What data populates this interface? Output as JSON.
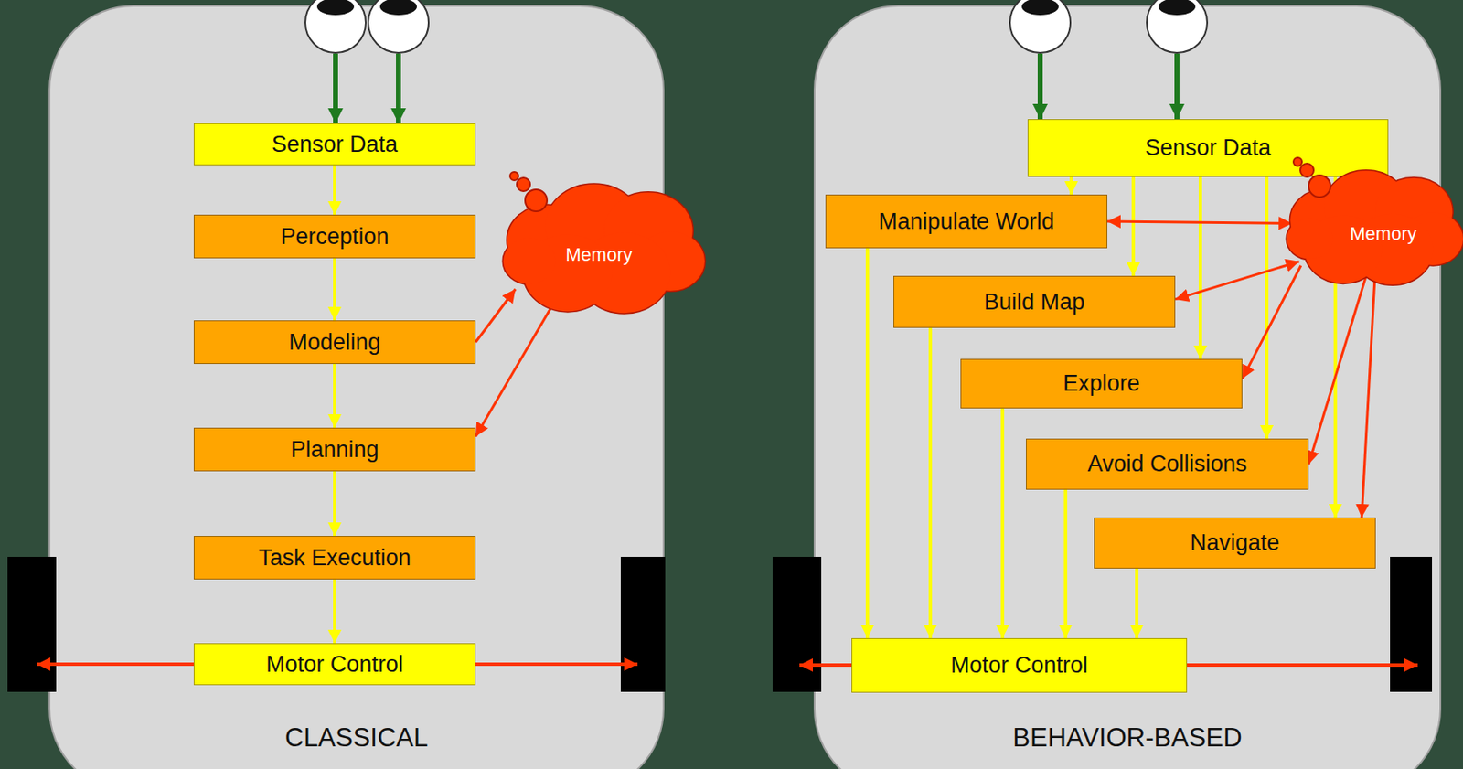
{
  "diagram": {
    "nodes": [
      {
        "text": [
          "CLASSICAL"
        ]
      },
      {
        "text": [
          "Sensor Data"
        ],
        "in": 0
      },
      {
        "text": [
          "Perception"
        ],
        "in": 0
      },
      {
        "text": [
          "Modeling"
        ],
        "in": 0
      },
      {
        "text": [
          "Planning"
        ],
        "in": 0
      },
      {
        "text": [
          "Task Execution"
        ],
        "in": 0
      },
      {
        "text": [
          "Motor Control"
        ],
        "in": 0
      },
      {
        "text": [
          "Memory"
        ],
        "in": 0
      },
      {
        "text": [
          "BEHAVIOR-BASED"
        ]
      },
      {
        "text": [
          "Sensor Data"
        ],
        "in": 8
      },
      {
        "text": [
          "Manipulate World"
        ],
        "in": 8
      },
      {
        "text": [
          "Build Map"
        ],
        "in": 8
      },
      {
        "text": [
          "Explore"
        ],
        "in": 8
      },
      {
        "text": [
          "Avoid Collisions"
        ],
        "in": 8
      },
      {
        "text": [
          "Navigate"
        ],
        "in": 8
      },
      {
        "text": [
          "Motor Control"
        ],
        "in": 8
      },
      {
        "text": [
          "Memory"
        ],
        "in": 8
      }
    ],
    "edges": [
      {
        "from": 1,
        "to": 2,
        "arrow": "to"
      },
      {
        "from": 2,
        "to": 3,
        "arrow": "to"
      },
      {
        "from": 3,
        "to": 4,
        "arrow": "to"
      },
      {
        "from": 4,
        "to": 5,
        "arrow": "to"
      },
      {
        "from": 5,
        "to": 6,
        "arrow": "to"
      },
      {
        "from": 3,
        "to": 7,
        "arrow": "to"
      },
      {
        "from": 7,
        "to": 4,
        "arrow": "to"
      },
      {
        "from": 9,
        "to": 10,
        "arrow": "to"
      },
      {
        "from": 9,
        "to": 11,
        "arrow": "to"
      },
      {
        "from": 9,
        "to": 12,
        "arrow": "to"
      },
      {
        "from": 9,
        "to": 13,
        "arrow": "to"
      },
      {
        "from": 9,
        "to": 14,
        "arrow": "to"
      },
      {
        "from": 10,
        "to": 16,
        "arrow": "both"
      },
      {
        "from": 11,
        "to": 16,
        "arrow": "both"
      },
      {
        "from": 16,
        "to": 12,
        "arrow": "to"
      },
      {
        "from": 16,
        "to": 13,
        "arrow": "to"
      },
      {
        "from": 16,
        "to": 14,
        "arrow": "to"
      },
      {
        "from": 10,
        "to": 15,
        "arrow": "to"
      },
      {
        "from": 11,
        "to": 15,
        "arrow": "to"
      },
      {
        "from": 12,
        "to": 15,
        "arrow": "to"
      },
      {
        "from": 13,
        "to": 15,
        "arrow": "to"
      },
      {
        "from": 14,
        "to": 15,
        "arrow": "to"
      }
    ]
  }
}
